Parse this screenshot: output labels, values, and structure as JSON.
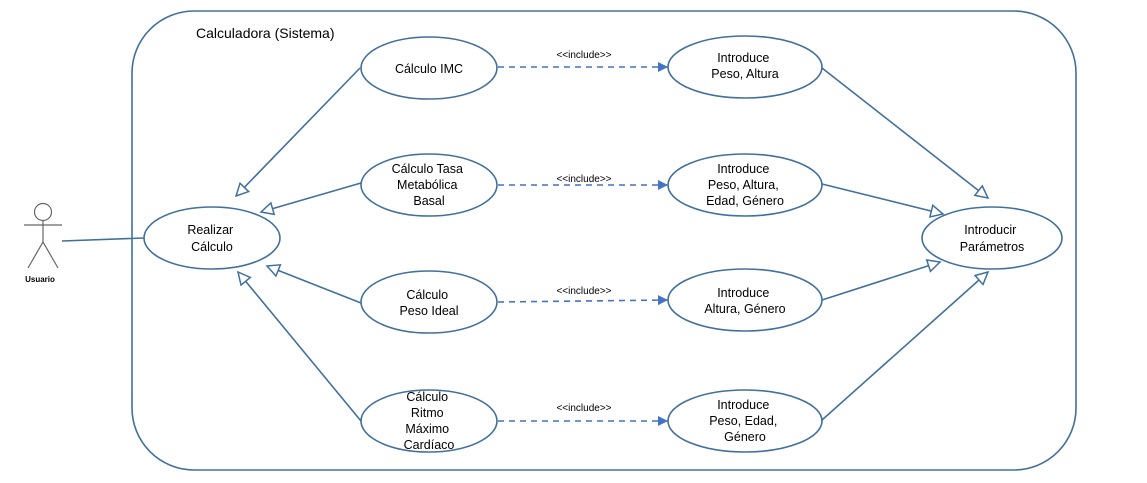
{
  "system": {
    "title": "Calculadora (Sistema)"
  },
  "actor": {
    "label": "Usuario"
  },
  "use_cases": {
    "realizar": [
      "Realizar",
      "Cálculo"
    ],
    "imc": [
      "Cálculo IMC"
    ],
    "tasa": [
      "Cálculo Tasa",
      "Metabólica",
      "Basal"
    ],
    "peso": [
      "Cálculo",
      "Peso Ideal"
    ],
    "ritmo": [
      "Cálculo",
      "Ritmo",
      "Máximo",
      "Cardíaco"
    ],
    "intro1": [
      "Introduce",
      "Peso, Altura"
    ],
    "intro2": [
      "Introduce",
      "Peso, Altura,",
      "Edad, Género"
    ],
    "intro3": [
      "Introduce",
      "Altura, Género"
    ],
    "intro4": [
      "Introduce",
      "Peso, Edad,",
      "Género"
    ],
    "parametros": [
      "Introducir",
      "Parámetros"
    ]
  },
  "relations": {
    "include_label": "<<include>>"
  },
  "colors": {
    "stroke": "#41709c",
    "dashed": "#4472c4",
    "actor": "#666666"
  }
}
